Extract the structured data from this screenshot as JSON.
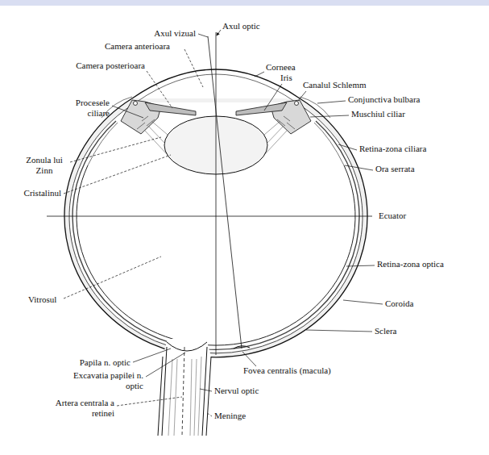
{
  "diagram": {
    "labels": [
      "Axul vizual",
      "Axul optic",
      "Camera anterioara",
      "Corneea",
      "Camera posterioara",
      "Iris",
      "Canalul Schlemm",
      "Procesele ciliare",
      "Conjunctiva bulbara",
      "Muschiul ciliar",
      "Zonula lui Zinn",
      "Retina-zona ciliara",
      "Ora serrata",
      "Cristalinul",
      "Ecuator",
      "Retina-zona optica",
      "Vitrosul",
      "Coroida",
      "Sclera",
      "Papila n. optic",
      "Excavatia papilei n. optic",
      "Fovea centralis (macula)",
      "Nervul optic",
      "Artera centrala a retinei",
      "Meninge"
    ]
  }
}
